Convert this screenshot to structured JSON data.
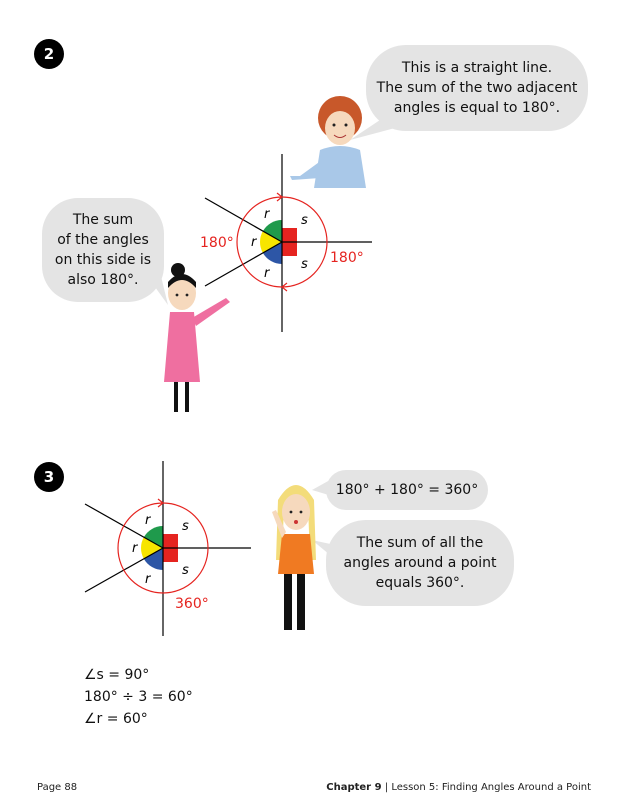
{
  "section2": {
    "number": "2",
    "bubble_boy": [
      "This is a straight line.",
      "The sum of the two adjacent",
      "angles is equal to 180°."
    ],
    "bubble_girl": [
      "The sum",
      "of the angles",
      "on this side is",
      "also 180°."
    ],
    "diagram": {
      "label_left": "180°",
      "label_right": "180°",
      "r": "r",
      "s": "s"
    }
  },
  "section3": {
    "number": "3",
    "bubble_sum": "180° + 180° = 360°",
    "bubble_text": [
      "The sum of all the",
      "angles around a point",
      "equals 360°."
    ],
    "diagram": {
      "label_total": "360°",
      "r": "r",
      "s": "s"
    },
    "working": [
      "∠s = 90°",
      "180° ÷ 3 = 60°",
      "∠r = 60°"
    ]
  },
  "footer": {
    "page": "Page 88",
    "chapter": "Chapter 9",
    "lesson": "Lesson 5: Finding Angles Around a Point"
  },
  "colors": {
    "red": "#e52420",
    "green": "#1f9a4c",
    "yellow": "#f7e500",
    "blue": "#2d56a6",
    "bubble": "#e4e4e4"
  }
}
